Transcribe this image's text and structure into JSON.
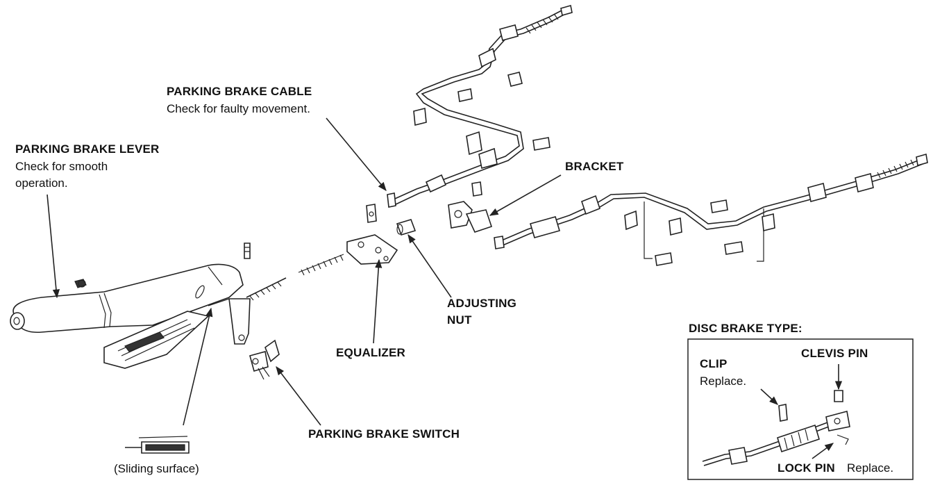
{
  "labels": {
    "lever_title": "PARKING BRAKE LEVER",
    "lever_note_1": "Check for smooth",
    "lever_note_2": "operation.",
    "cable_title": "PARKING BRAKE CABLE",
    "cable_note": "Check for faulty movement.",
    "bracket": "BRACKET",
    "adjusting_nut_1": "ADJUSTING",
    "adjusting_nut_2": "NUT",
    "equalizer": "EQUALIZER",
    "switch": "PARKING BRAKE SWITCH",
    "sliding_surface": "(Sliding surface)"
  },
  "inset": {
    "title": "DISC BRAKE TYPE:",
    "clip_title": "CLIP",
    "clip_note": "Replace.",
    "clevis_pin": "CLEVIS PIN",
    "lock_pin_title": "LOCK PIN",
    "lock_pin_note": "Replace."
  }
}
